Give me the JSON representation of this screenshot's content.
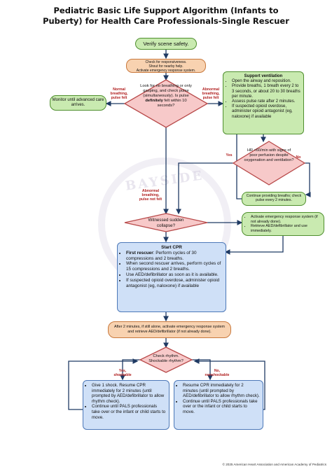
{
  "title_line1": "Pediatric Basic Life Support Algorithm (Infants to",
  "title_line2": "Puberty) for Health Care Professionals-Single Rescuer",
  "watermark": "BAYSIDE",
  "verify": "Verify scene safety.",
  "check_list": [
    "Check for responsiveness.",
    "Shout for nearby help.",
    "Activate emergency response system."
  ],
  "look_for": {
    "pre": "Look for no breathing or only gasping, and check pulse (simultaneously). Is pulse ",
    "em": "definitely",
    "post": " felt within 10 seconds?"
  },
  "normal_label": "Normal breathing, pulse felt",
  "abnormal_label_right": "Abnormal breathing, pulse felt",
  "monitor": "Monitor until advanced care arrives.",
  "support": {
    "title": "Support ventilation",
    "items": [
      "Open the airway and reposition.",
      "Provide breaths, 1 breath every 2 to 3 seconds, or about 20 to 30 breaths per minute.",
      "Assess pulse rate after 2 minutes.",
      "If suspected opioid overdose, administer opioid antagonist (eg, naloxone) if available"
    ]
  },
  "hr_question": "HR <60/min with signs of poor perfusion despite oxygenation and ventilation?",
  "yes_label": "Yes",
  "no_label": "No",
  "continue_breaths": "Continue providing breaths; check pulse every 2 minutes.",
  "abnormal_label_left": "Abnormal breathing, pulse not felt",
  "witnessed": "Witnessed sudden collapse?",
  "activate_list": [
    "Activate emergency response system (if not already done).",
    "Retrieve AED/defibrillator and use immediately."
  ],
  "cpr": {
    "title": "Start CPR",
    "first_bold": "First rescuer",
    "first_rest": ": Perform cycles of 30 compressions and 2 breaths.",
    "items": [
      "When second rescuer arrives, perform cycles of 15 compressions and 2 breaths.",
      "Use AED/defibrillator as soon as it is available.",
      "If suspected opioid overdose, administer opioid antagonist (eg, naloxone) if available"
    ]
  },
  "after2": "After 2 minutes, if still alone, activate emergency response system and retrieve AED/defibrillator (if not already done).",
  "rhythm": "Check rhythm. Shockable rhythm?",
  "yes_shockable": "Yes, shockable",
  "no_nonshockable": "No, nonshockable",
  "shock_list": [
    "Give 1 shock. Resume CPR immediately for 2 minutes (until prompted by AED/defibrillator to allow rhythm check).",
    "Continue until PALS professionals take over or the infant or child starts to move."
  ],
  "nonshock_list": [
    "Resume CPR immediately for 2 minutes (until prompted by AED/defibrillator to allow rhythm check).",
    "Continue until PALS professionals take over or the infant or child starts to move."
  ],
  "footer": "© 2025 American Heart Association and American Academy of Pediatrics",
  "colors": {
    "green": "#c9eab0",
    "orange": "#f8d2b0",
    "blue": "#cfe0f7",
    "pink": "#f7c9c9",
    "line": "#1f3a63",
    "label": "#b01e1e"
  }
}
